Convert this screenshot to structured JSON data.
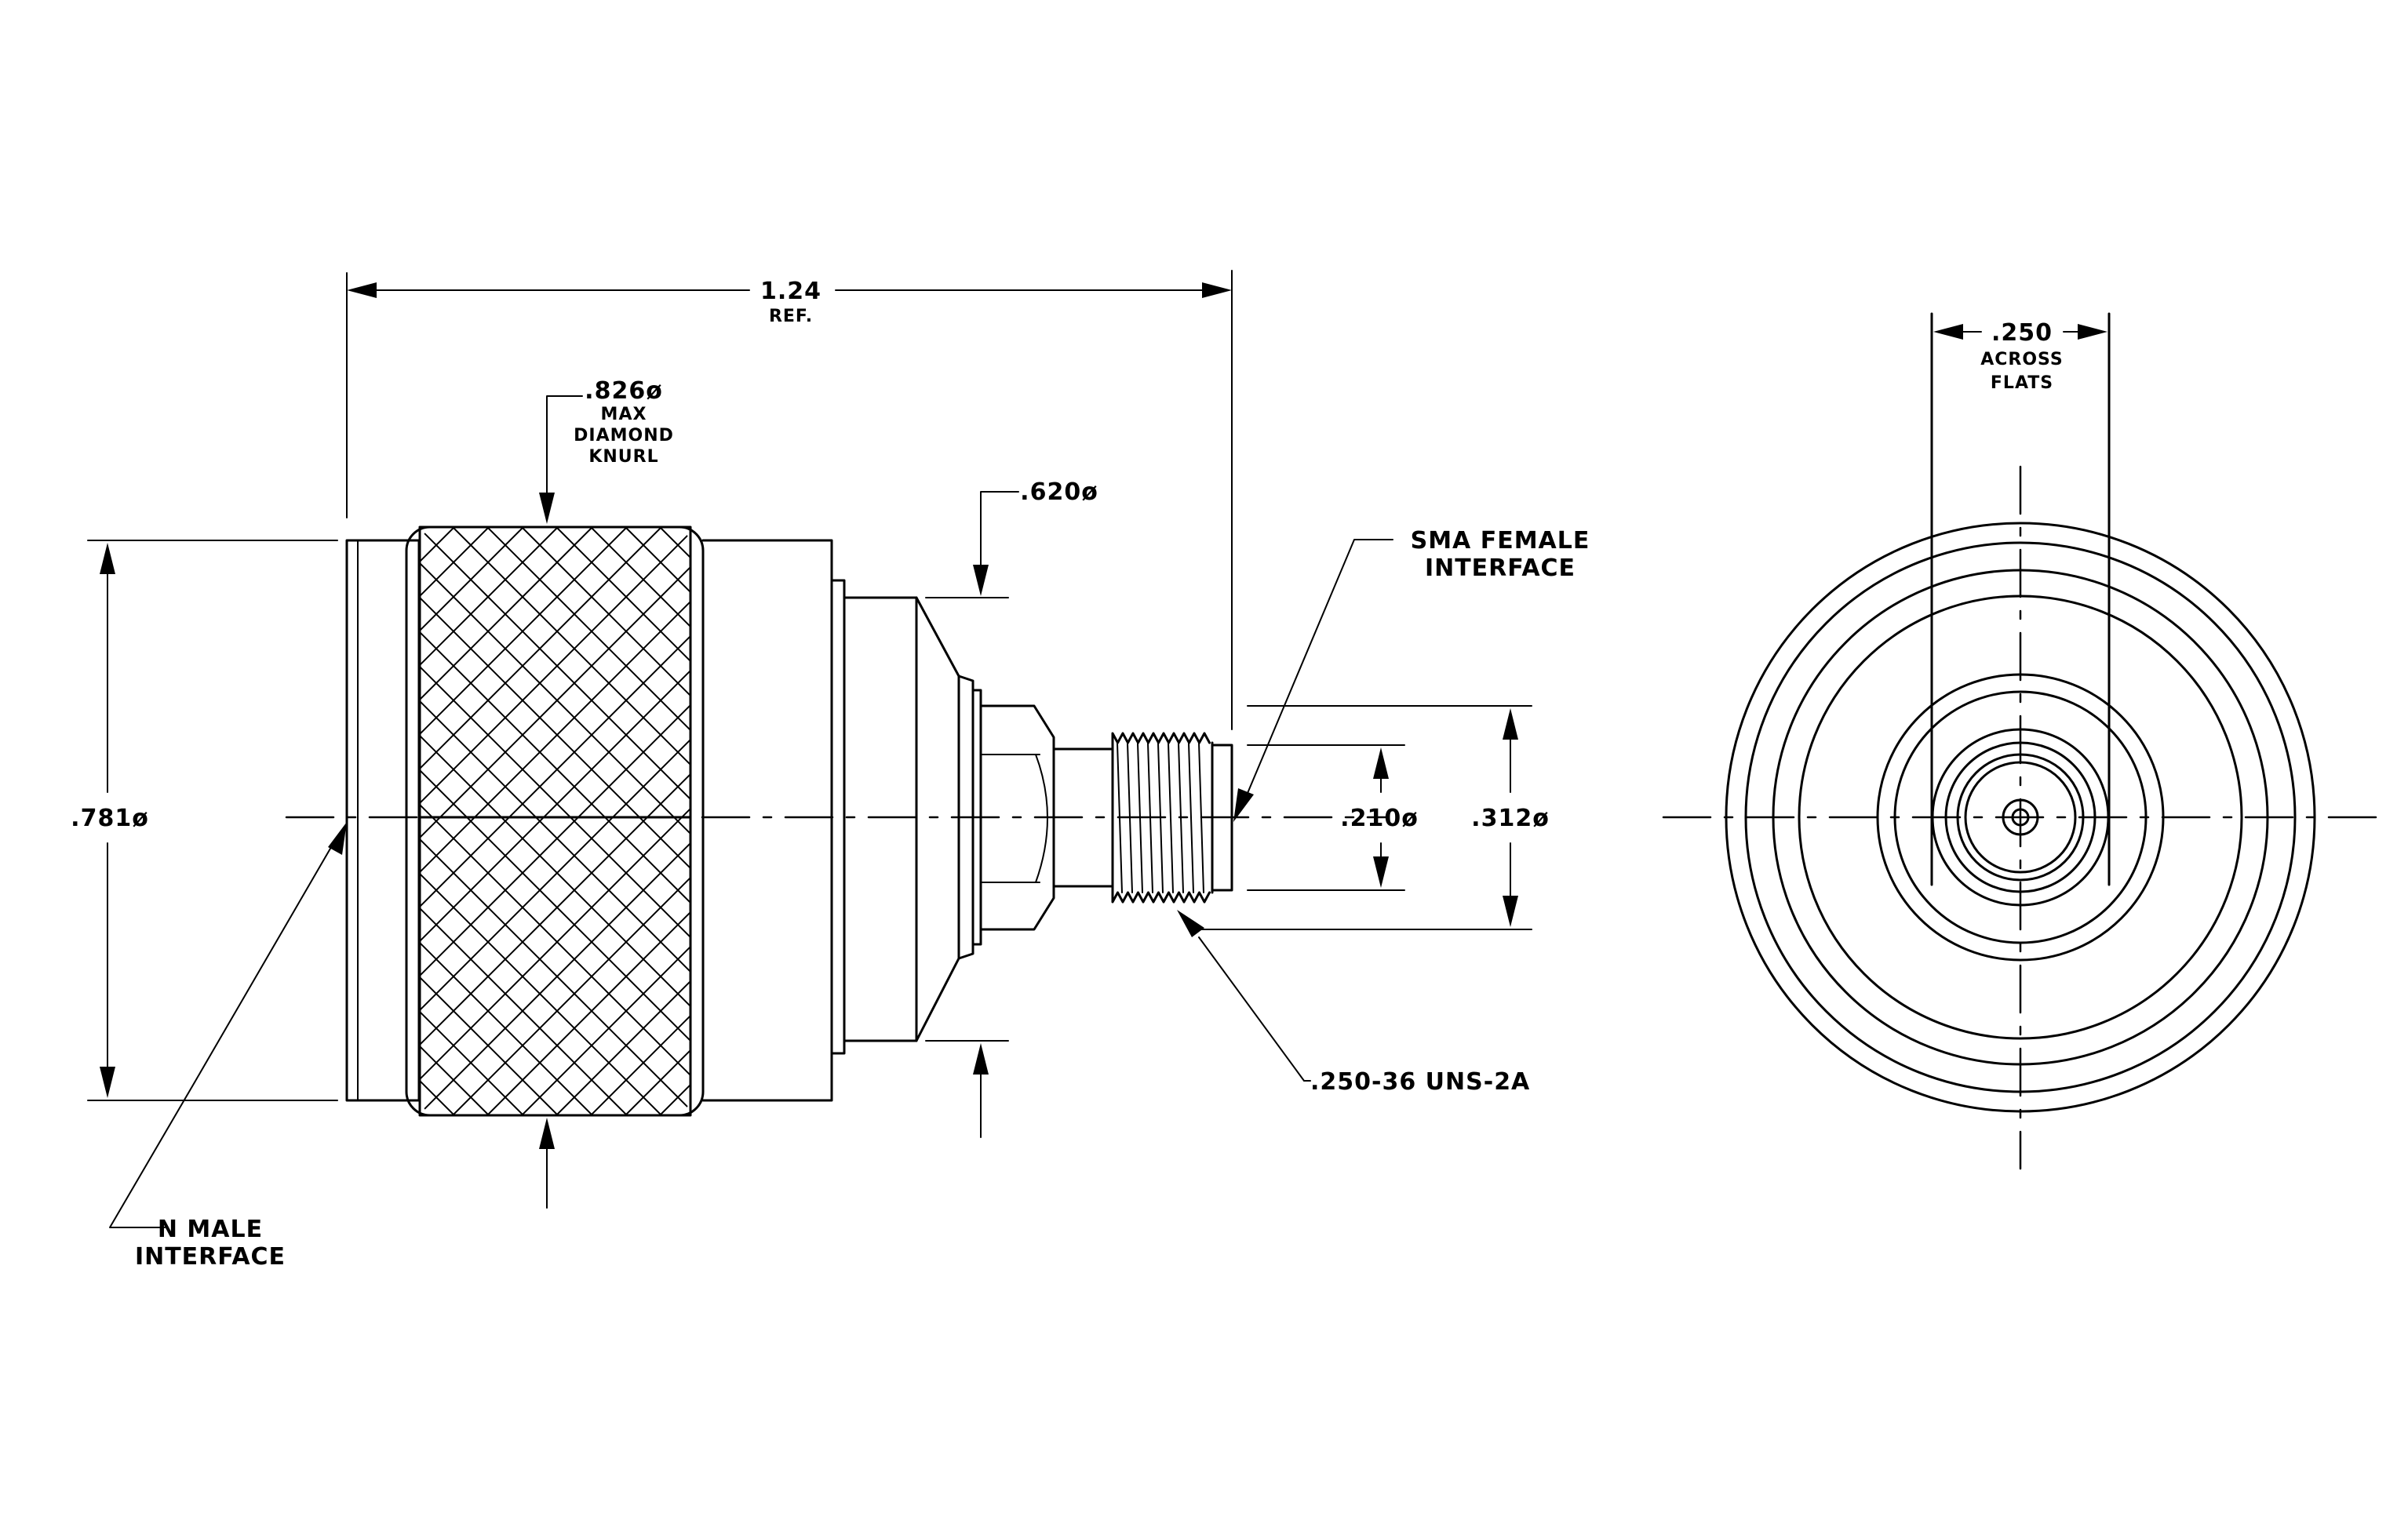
{
  "labels": {
    "overall_length": "1.24",
    "overall_ref": "REF.",
    "knurl_dia": ".826ø",
    "knurl_max": "MAX",
    "knurl_diamond": "DIAMOND",
    "knurl_knurl": "KNURL",
    "body_dia": ".781ø",
    "step_dia": ".620ø",
    "sma_line1": "SMA FEMALE",
    "sma_line2": "INTERFACE",
    "inner_dia": ".210ø",
    "outer_dia": ".312ø",
    "thread": ".250-36 UNS-2A",
    "n_line1": "N MALE",
    "n_line2": "INTERFACE",
    "flats": ".250",
    "flats_line1": "ACROSS",
    "flats_line2": "FLATS"
  },
  "colors": {
    "ink": "#000000",
    "paper": "#ffffff"
  }
}
